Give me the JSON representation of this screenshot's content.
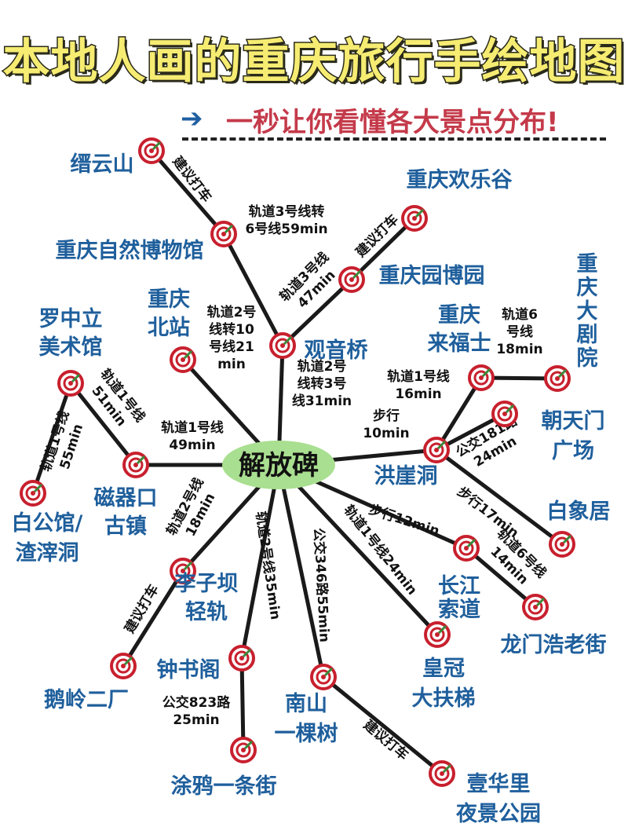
{
  "header": {
    "title": "本地人画的重庆旅行手绘地图",
    "arrow_icon": "arrow-right-icon",
    "subtitle": "一秒让你看懂各大景点分布!"
  },
  "colors": {
    "place_text": "#1f5f9c",
    "title_fill": "#f6ec72",
    "subtitle": "#c43a4a",
    "hub_fill": "#a9df90",
    "target_red": "#c8202e"
  },
  "hub": {
    "id": "jiefangbei",
    "name": "解放碑"
  },
  "places": [
    {
      "id": "jinyunshan",
      "lines": [
        "缙云山"
      ]
    },
    {
      "id": "museum",
      "lines": [
        "重庆自然博物馆"
      ]
    },
    {
      "id": "guanyinqiao",
      "lines": [
        "观音桥"
      ]
    },
    {
      "id": "happyvalley",
      "lines": [
        "重庆欢乐谷"
      ]
    },
    {
      "id": "yuanboyuan",
      "lines": [
        "重庆园博园"
      ]
    },
    {
      "id": "beizhan",
      "lines": [
        "重庆",
        "北站"
      ]
    },
    {
      "id": "luozhongli",
      "lines": [
        "罗中立",
        "美术馆"
      ]
    },
    {
      "id": "baigongguan",
      "lines": [
        "白公馆/",
        "渣滓洞"
      ]
    },
    {
      "id": "ciqikou",
      "lines": [
        "磁器口",
        "古镇"
      ]
    },
    {
      "id": "hongyadong",
      "lines": [
        "洪崖洞"
      ]
    },
    {
      "id": "raffles",
      "lines": [
        "重庆",
        "来福士"
      ]
    },
    {
      "id": "grandtheatre",
      "lines": [
        "重",
        "庆",
        "大",
        "剧",
        "院"
      ]
    },
    {
      "id": "chaotianmen",
      "lines": [
        "朝天门",
        "广场"
      ]
    },
    {
      "id": "baixiangju",
      "lines": [
        "白象居"
      ]
    },
    {
      "id": "cableway",
      "lines": [
        "长江",
        "索道"
      ]
    },
    {
      "id": "longmenhao",
      "lines": [
        "龙门浩老街"
      ]
    },
    {
      "id": "escalator",
      "lines": [
        "皇冠",
        "大扶梯"
      ]
    },
    {
      "id": "nanshan",
      "lines": [
        "南山",
        "一棵树"
      ]
    },
    {
      "id": "yihuali",
      "lines": [
        "壹华里",
        "夜景公园"
      ]
    },
    {
      "id": "liziba",
      "lines": [
        "李子坝",
        "轻轨"
      ]
    },
    {
      "id": "eling",
      "lines": [
        "鹅岭二厂"
      ]
    },
    {
      "id": "zhongshuge",
      "lines": [
        "钟书阁"
      ]
    },
    {
      "id": "graffiti",
      "lines": [
        "涂鸦一条街"
      ]
    }
  ],
  "routes": [
    {
      "from": "jinyunshan",
      "to": "museum",
      "lines": [
        "建议打车"
      ]
    },
    {
      "from": "museum",
      "to": "guanyinqiao",
      "lines": [
        "轨道3号线转",
        "6号线59min"
      ]
    },
    {
      "from": "happyvalley",
      "to": "yuanboyuan",
      "lines": [
        "建议打车"
      ]
    },
    {
      "from": "yuanboyuan",
      "to": "guanyinqiao",
      "lines": [
        "轨道3号线",
        "47min"
      ]
    },
    {
      "from": "guanyinqiao",
      "to": "jiefangbei",
      "lines": [
        "轨道2号",
        "线转3号",
        "线31min"
      ]
    },
    {
      "from": "beizhan",
      "to": "jiefangbei",
      "lines": [
        "轨道2号",
        "线转10",
        "号线21",
        "min"
      ]
    },
    {
      "from": "luozhongli",
      "to": "ciqikou",
      "lines": [
        "轨道1号线",
        "51min"
      ]
    },
    {
      "from": "luozhongli",
      "to": "baigongguan",
      "lines": [
        "轨道1号线",
        "55min"
      ]
    },
    {
      "from": "ciqikou",
      "to": "jiefangbei",
      "lines": [
        "轨道1号线",
        "49min"
      ]
    },
    {
      "from": "jiefangbei",
      "to": "hongyadong",
      "lines": [
        "步行",
        "10min"
      ]
    },
    {
      "from": "hongyadong",
      "to": "raffles",
      "lines": [
        "轨道1号线",
        "16min"
      ]
    },
    {
      "from": "raffles",
      "to": "grandtheatre",
      "lines": [
        "轨道6",
        "号线",
        "18min"
      ]
    },
    {
      "from": "hongyadong",
      "to": "chaotianmen",
      "lines": [
        "公交181路",
        "24min"
      ]
    },
    {
      "from": "hongyadong",
      "to": "baixiangju",
      "lines": [
        "步行17min"
      ]
    },
    {
      "from": "cableway",
      "to": "longmenhao",
      "lines": [
        "轨道6号线",
        "14min"
      ]
    },
    {
      "from": "jiefangbei",
      "to": "cableway",
      "lines": [
        "步行12min"
      ]
    },
    {
      "from": "jiefangbei",
      "to": "escalator",
      "lines": [
        "轨道1号线24min"
      ]
    },
    {
      "from": "jiefangbei",
      "to": "nanshan",
      "lines": [
        "公交346路55min"
      ]
    },
    {
      "from": "jiefangbei",
      "to": "zhongshuge",
      "lines": [
        "轨道2号线35min"
      ]
    },
    {
      "from": "jiefangbei",
      "to": "liziba",
      "lines": [
        "轨道2号线",
        "18min"
      ]
    },
    {
      "from": "liziba",
      "to": "eling",
      "lines": [
        "建议打车"
      ]
    },
    {
      "from": "zhongshuge",
      "to": "graffiti",
      "lines": [
        "公交823路",
        "25min"
      ]
    },
    {
      "from": "nanshan",
      "to": "yihuali",
      "lines": [
        "建议打车"
      ]
    }
  ]
}
